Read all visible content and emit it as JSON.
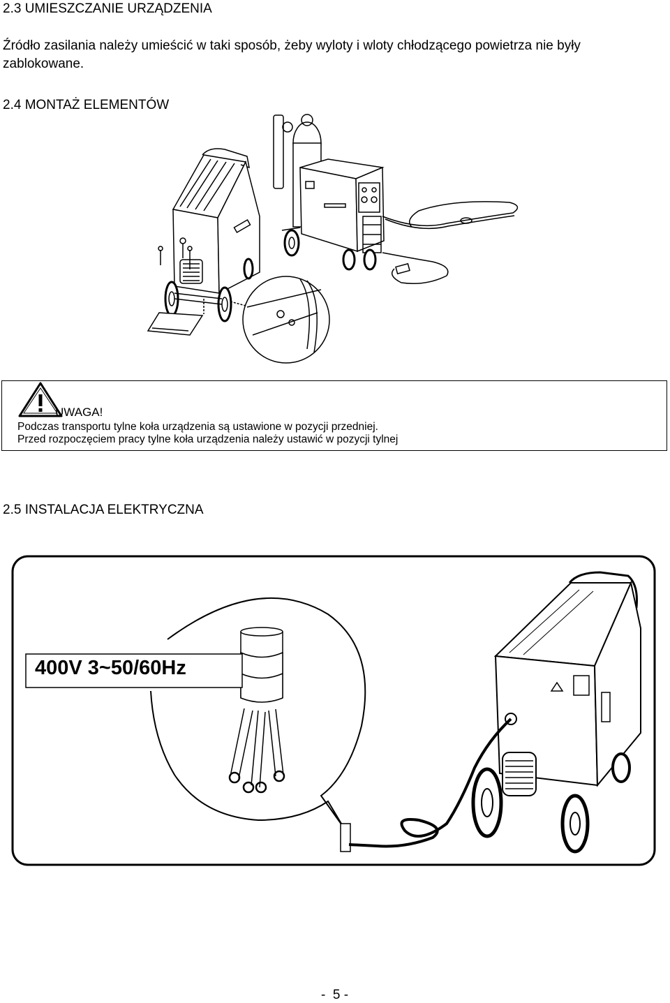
{
  "sections": {
    "s23_title": "2.3 UMIESZCZANIE URZĄDZENIA",
    "s23_line1": "Źródło zasilania należy umieścić w taki sposób, żeby wyloty i wloty chłodzącego powietrza nie były",
    "s23_line2": "zablokowane.",
    "s24_title": "2.4 MONTAŻ ELEMENTÓW",
    "s25_title": "2.5 INSTALACJA ELEKTRYCZNA"
  },
  "warning": {
    "title": "UWAGA!",
    "line1": "Podczas transportu tylne koła urządzenia są ustawione w pozycji przedniej.",
    "line2": "Przed rozpoczęciem pracy tylne koła urządzenia należy ustawić w pozycji tylnej",
    "icon": "warning-triangle-icon"
  },
  "electrical": {
    "voltage_label": "400V 3~50/60Hz"
  },
  "footer": {
    "page_number": "-  5 -"
  }
}
